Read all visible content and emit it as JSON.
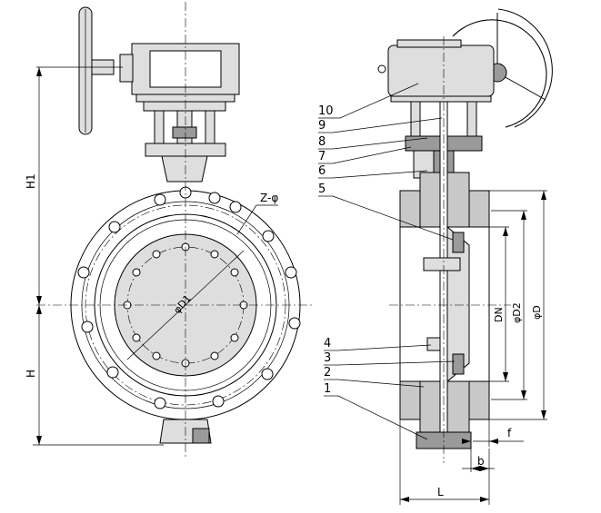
{
  "dimensions": {
    "h1": "H1",
    "h": "H",
    "z_phi": "Z-φ",
    "d1": "φD1",
    "dn": "DN",
    "d2": "φD2",
    "d": "φD",
    "f": "f",
    "b": "b",
    "l": "L"
  },
  "callouts": [
    "10",
    "9",
    "8",
    "7",
    "6",
    "5",
    "4",
    "3",
    "2",
    "1"
  ]
}
